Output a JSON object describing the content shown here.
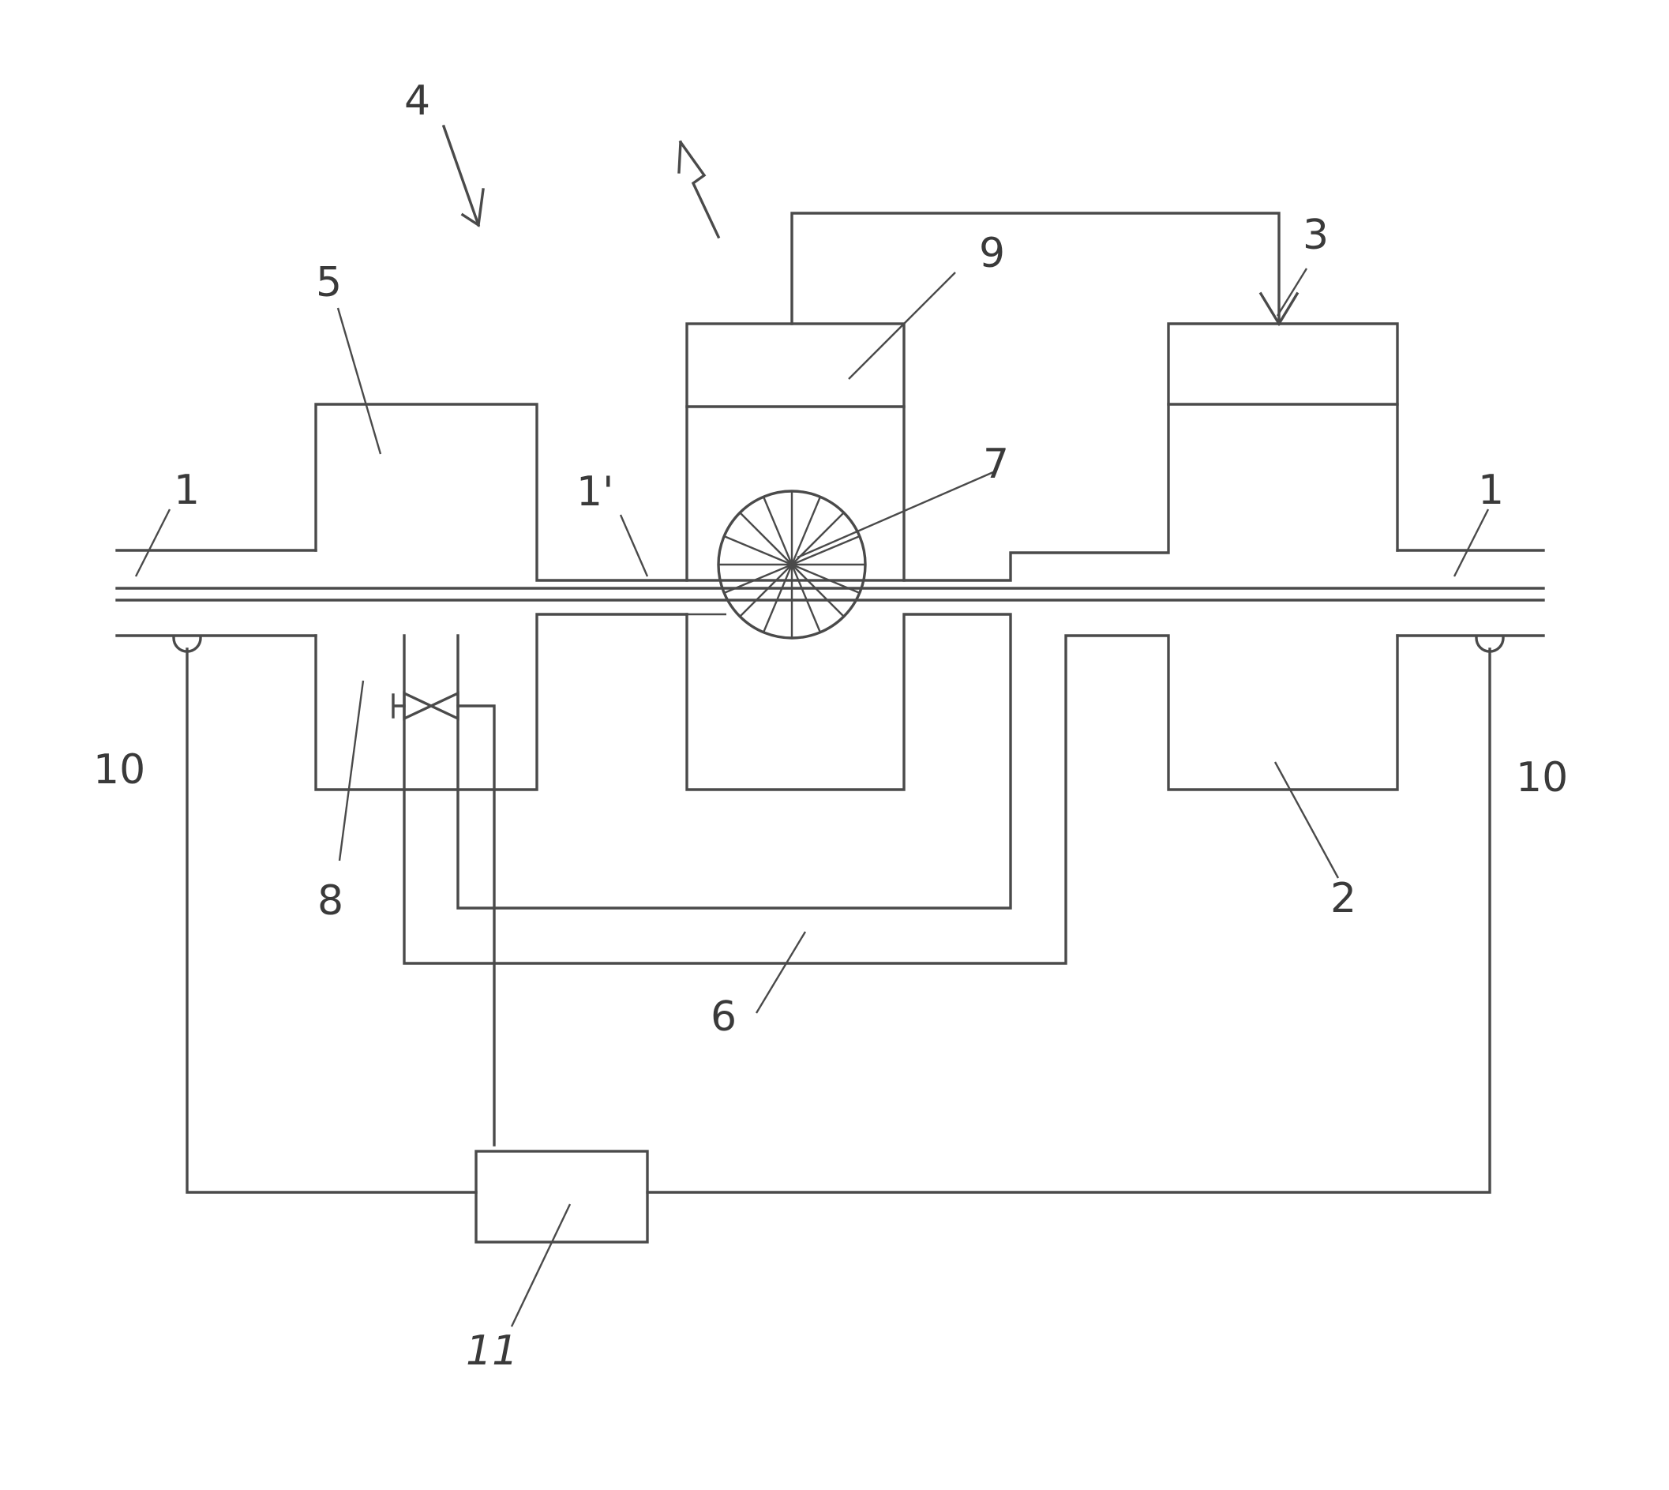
{
  "labels": {
    "fig_ref": "4",
    "left_pipe": "1",
    "right_pipe": "1",
    "inner_pipe": "1'",
    "left_box": "5",
    "top_box_center": "9",
    "top_box_right": "3",
    "rotor": "7",
    "valve": "8",
    "channel": "6",
    "lower_right_box": "2",
    "left_sensor": "10",
    "right_sensor": "10",
    "control_unit": "11"
  },
  "colors": {
    "stroke": "#4a4a4a",
    "text": "#3a3a3a",
    "background": "#ffffff"
  }
}
